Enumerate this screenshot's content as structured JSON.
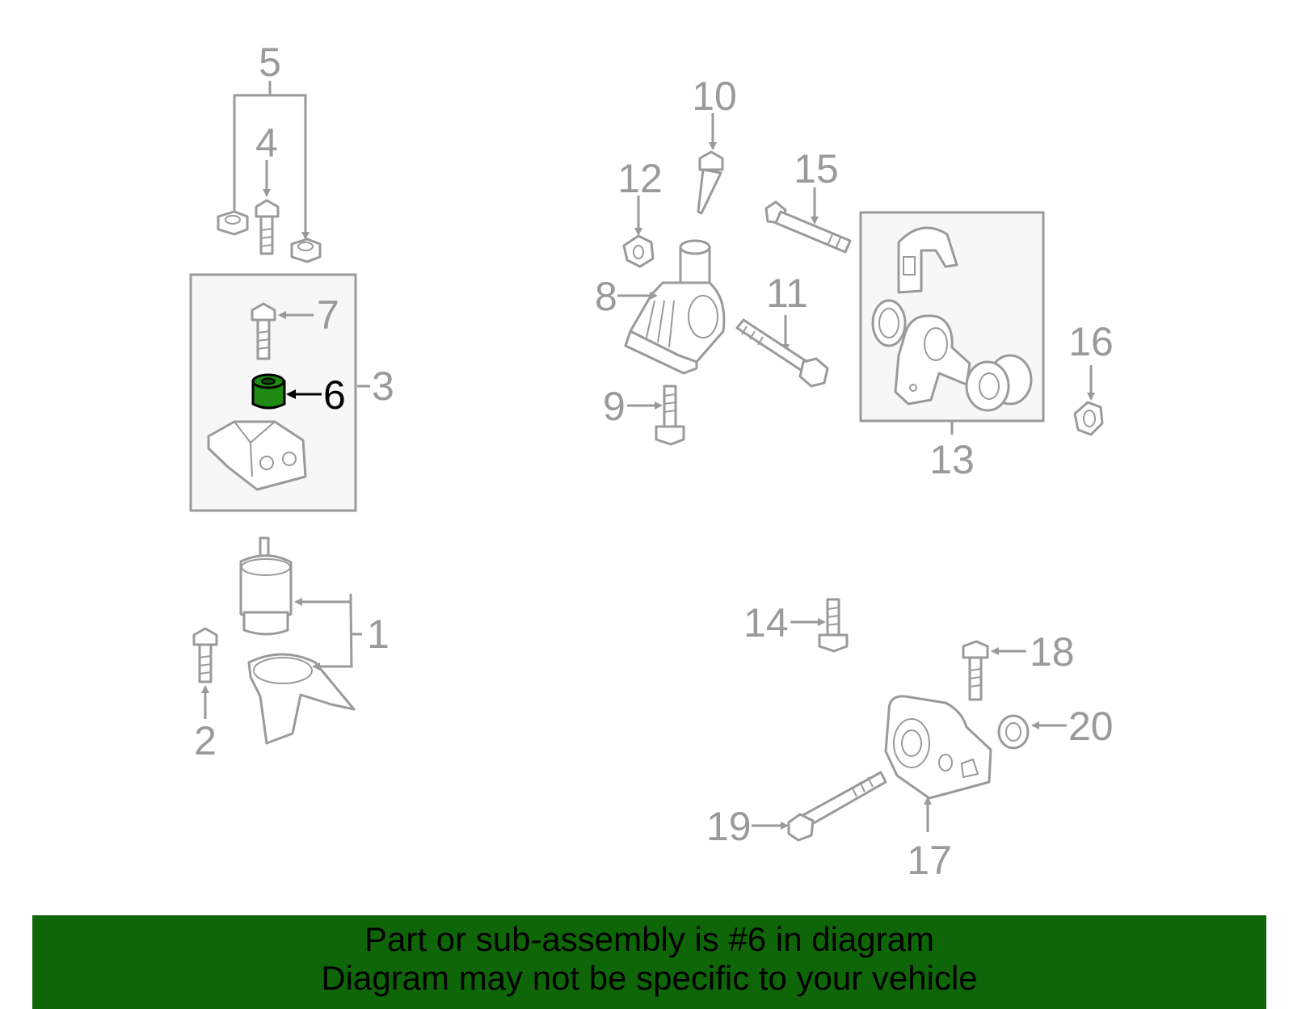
{
  "diagram": {
    "highlight_color": "#1e8a12",
    "callouts": {
      "c1": "1",
      "c2": "2",
      "c3": "3",
      "c4": "4",
      "c5": "5",
      "c6": "6",
      "c7": "7",
      "c8": "8",
      "c9": "9",
      "c10": "10",
      "c11": "11",
      "c12": "12",
      "c13": "13",
      "c14": "14",
      "c15": "15",
      "c16": "16",
      "c17": "17",
      "c18": "18",
      "c19": "19",
      "c20": "20"
    },
    "highlighted_part": "6"
  },
  "banner": {
    "background": "#0f6608",
    "line1": "Part or sub-assembly is #6 in diagram",
    "line2": "Diagram may not be specific to your vehicle"
  }
}
